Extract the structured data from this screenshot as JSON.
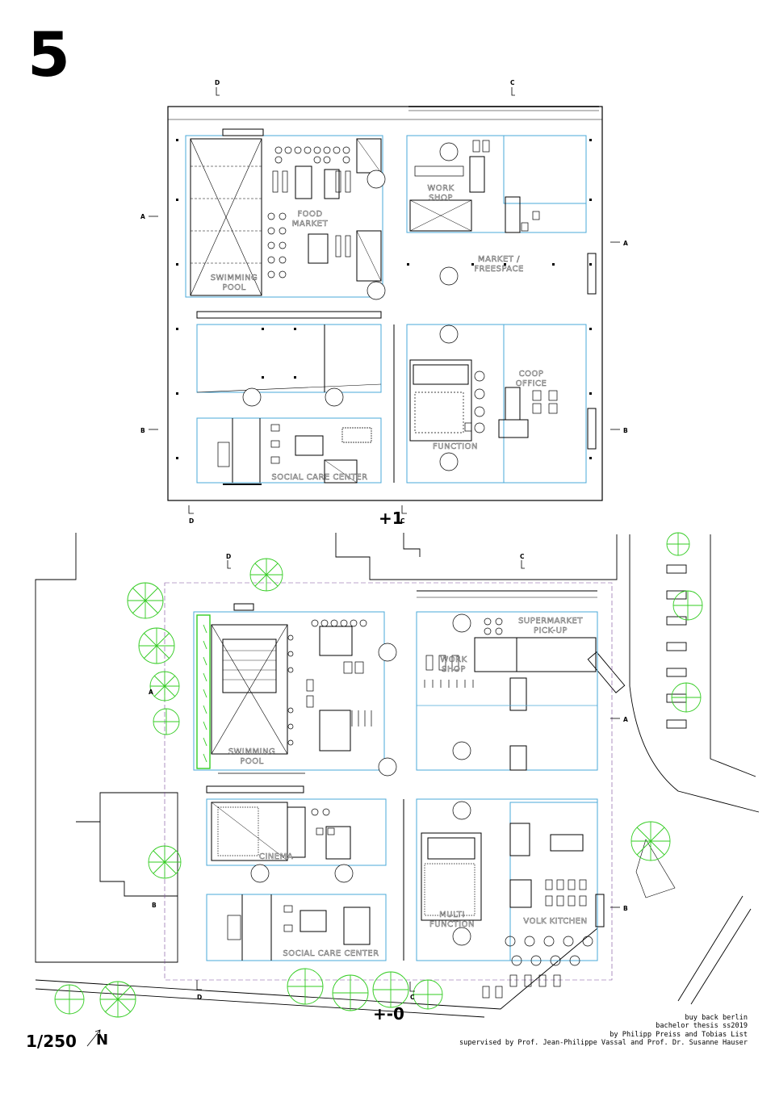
{
  "sheet": {
    "number": "5",
    "scale": "1/250",
    "north": "N"
  },
  "levels": {
    "upper": "+1",
    "ground": "+-0"
  },
  "section_marks": {
    "a": "A",
    "b": "B",
    "c": "C",
    "d": "D"
  },
  "rooms_upper": {
    "swimming_pool": [
      "SWIMMING",
      "POOL"
    ],
    "food_market": [
      "FOOD",
      "MARKET"
    ],
    "workshop": [
      "WORK",
      "SHOP"
    ],
    "market_freespace": [
      "MARKET /",
      "FREESPACE"
    ],
    "coop_office": [
      "COOP",
      "OFFICE"
    ],
    "function": [
      "FUNCTION"
    ],
    "social_care": [
      "SOCIAL CARE CENTER"
    ]
  },
  "rooms_ground": {
    "swimming_pool": [
      "SWIMMING",
      "POOL"
    ],
    "supermarket": [
      "SUPERMARKET",
      "PICK-UP"
    ],
    "workshop": [
      "WORK",
      "SHOP"
    ],
    "cinema": [
      "CINEMA"
    ],
    "multi_function": [
      "MULTI",
      "FUNCTION"
    ],
    "volk_kitchen": [
      "VOLK KITCHEN"
    ],
    "social_care": [
      "SOCIAL CARE CENTER"
    ]
  },
  "credits": {
    "line1": "buy back berlin",
    "line2": "bachelor thesis ss2019",
    "line3": "by Philipp Preiss and Tobias List",
    "line4": "supervised by Prof. Jean-Philippe Vassal and Prof. Dr. Susanne Hauser"
  },
  "colors": {
    "line": "#000000",
    "grid": "#4aa8d8",
    "tree": "#33cc22",
    "accent": "#7a4a9a"
  }
}
